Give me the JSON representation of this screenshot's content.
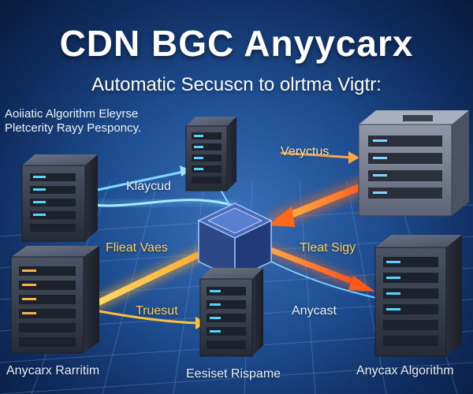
{
  "header": {
    "title": "CDN BGC Anyycarx",
    "subtitle": "Automatic Secuscn to olrtma Vigtr:"
  },
  "note": {
    "line1": "Aoiiatic Algorithm Eleyrse",
    "line2": "Pletcerity Rayy Pesponcy."
  },
  "labels": {
    "klaycud": "Klaycud",
    "veryctus": "Veryctus",
    "flieat_vaes": "Flieat Vaes",
    "tleat_sigy": "Tleat Sigy",
    "truesut": "Truesut",
    "anycast": "Anycast",
    "anycarx_rarritim": "Anycarx Rarritim",
    "eesiset_rispame": "Eesiset Rispame",
    "anycax_algorithm": "Anycax Algorithm"
  },
  "colors": {
    "background": "#1f4f93",
    "orange_flow": "#ff7a2a",
    "gold_flow": "#ffc23a",
    "blue_flow": "#5fd2ff",
    "server_body": "#3b4150"
  }
}
